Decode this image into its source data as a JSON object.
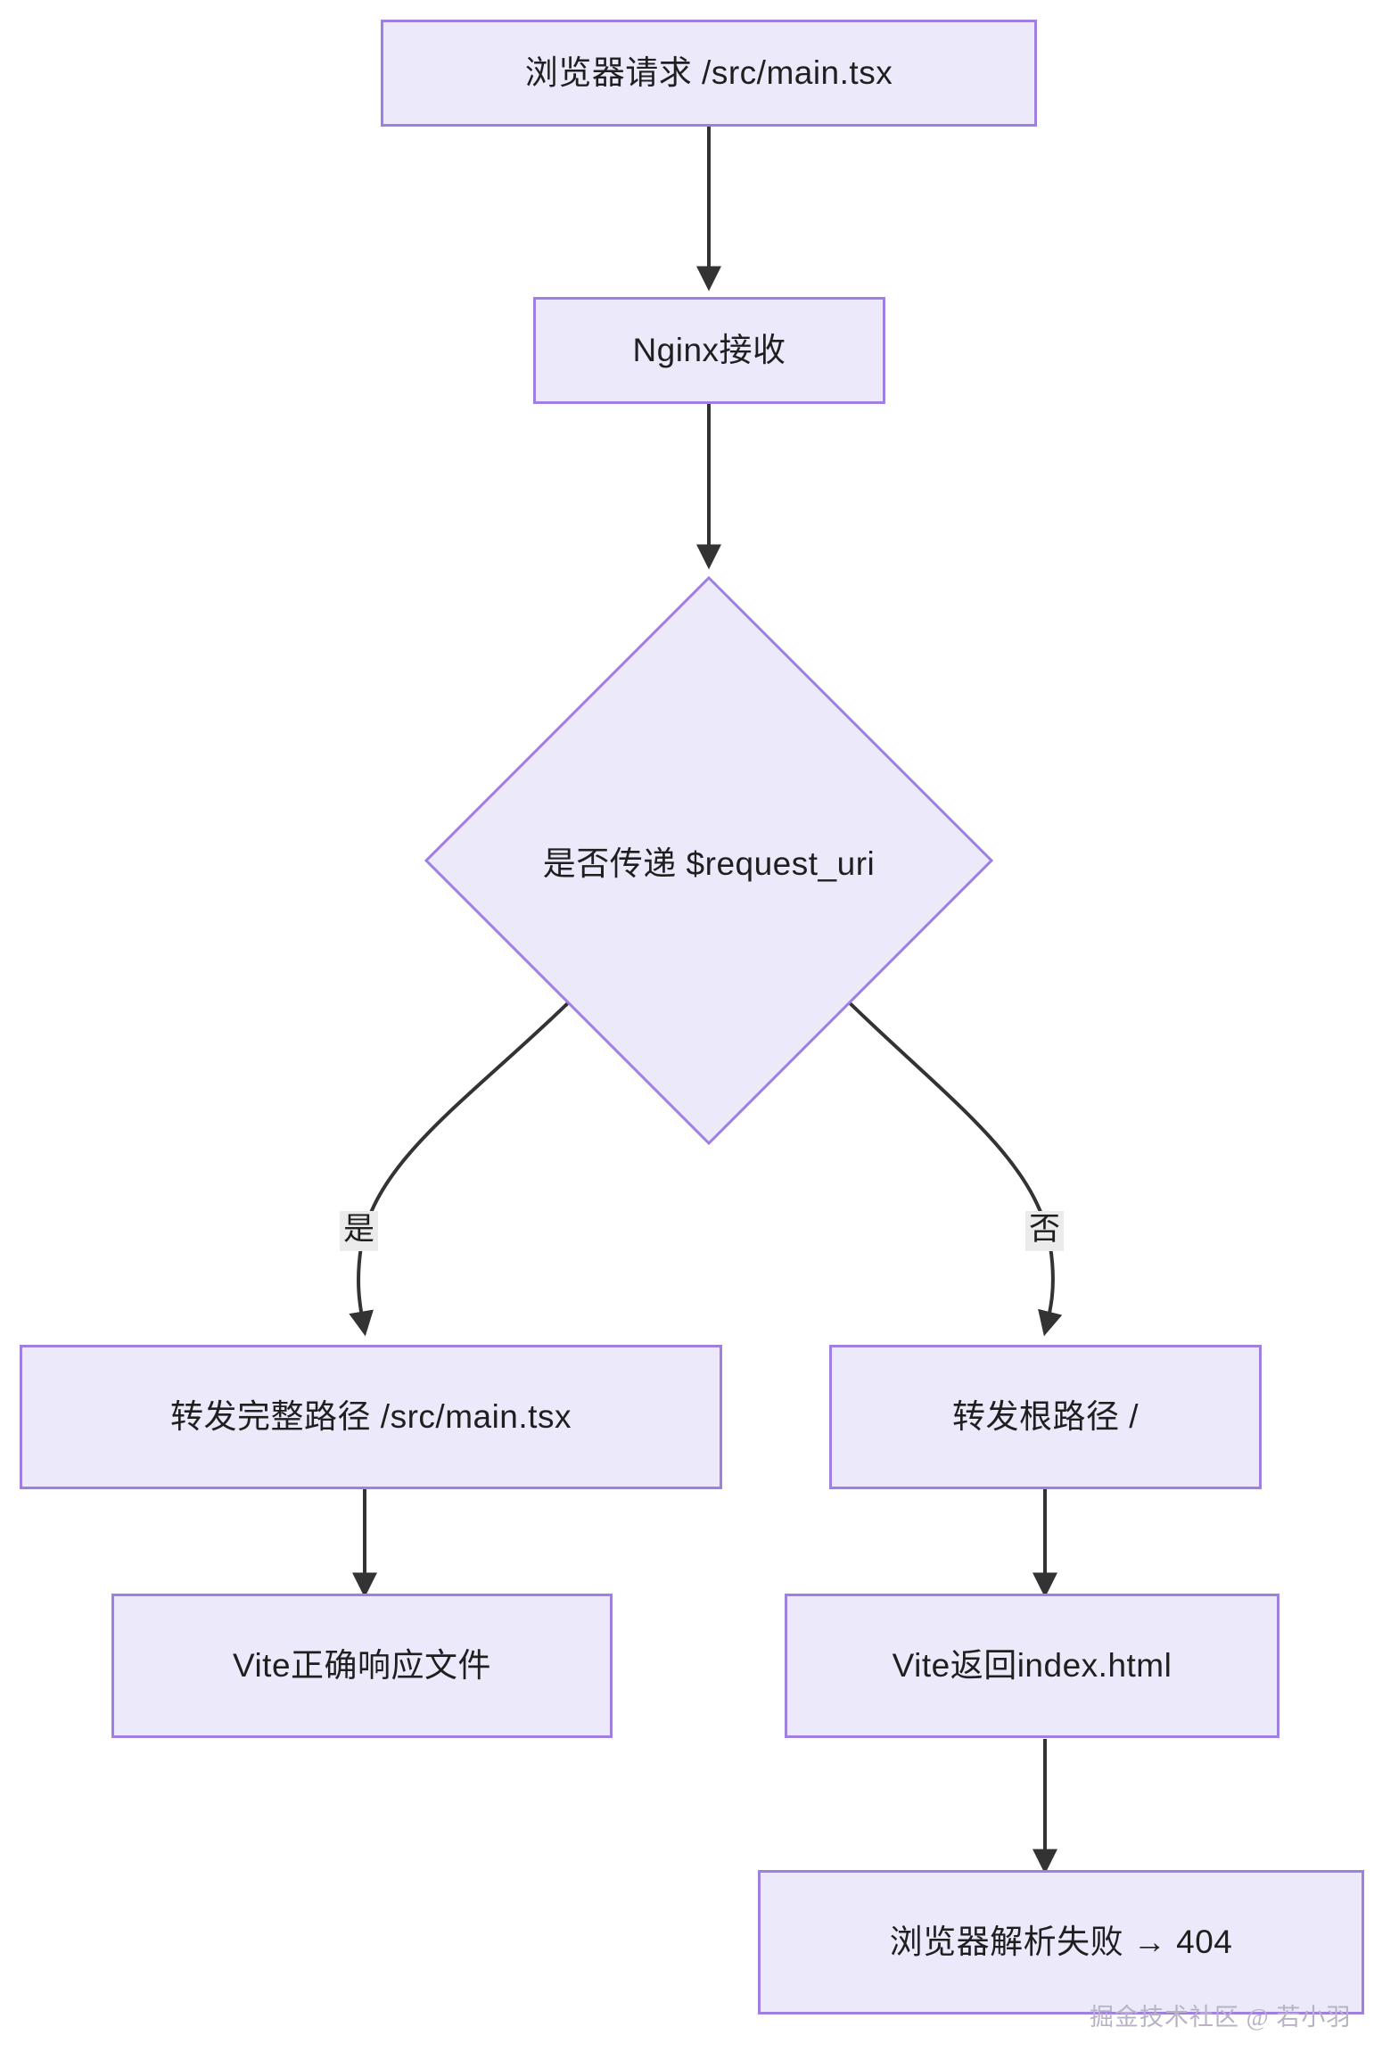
{
  "diagram": {
    "type": "flowchart",
    "direction": "top-down",
    "colors": {
      "node_fill": "#ece9fb",
      "node_border": "#9f7fe0",
      "edge_stroke": "#333333",
      "text": "#1f1f1f",
      "edge_label_background": "#ebebeb",
      "watermark_text": "#b8b3c4",
      "canvas_background": "#ffffff"
    },
    "nodes": [
      {
        "id": "n1",
        "shape": "rect",
        "label": "浏览器请求 /src/main.tsx"
      },
      {
        "id": "n2",
        "shape": "rect",
        "label": "Nginx接收"
      },
      {
        "id": "n3",
        "shape": "diamond",
        "label": "是否传递 $request_uri"
      },
      {
        "id": "n4",
        "shape": "rect",
        "label": "转发完整路径 /src/main.tsx"
      },
      {
        "id": "n5",
        "shape": "rect",
        "label": "转发根路径 /"
      },
      {
        "id": "n6",
        "shape": "rect",
        "label": "Vite正确响应文件"
      },
      {
        "id": "n7",
        "shape": "rect",
        "label": "Vite返回index.html"
      },
      {
        "id": "n8",
        "shape": "rect",
        "label": "浏览器解析失败 → 404"
      }
    ],
    "edges": [
      {
        "from": "n1",
        "to": "n2",
        "label": ""
      },
      {
        "from": "n2",
        "to": "n3",
        "label": ""
      },
      {
        "from": "n3",
        "to": "n4",
        "label": "是"
      },
      {
        "from": "n3",
        "to": "n5",
        "label": "否"
      },
      {
        "from": "n4",
        "to": "n6",
        "label": ""
      },
      {
        "from": "n5",
        "to": "n7",
        "label": ""
      },
      {
        "from": "n7",
        "to": "n8",
        "label": ""
      }
    ]
  },
  "watermark": {
    "text": "掘金技术社区 @ 若小羽"
  }
}
